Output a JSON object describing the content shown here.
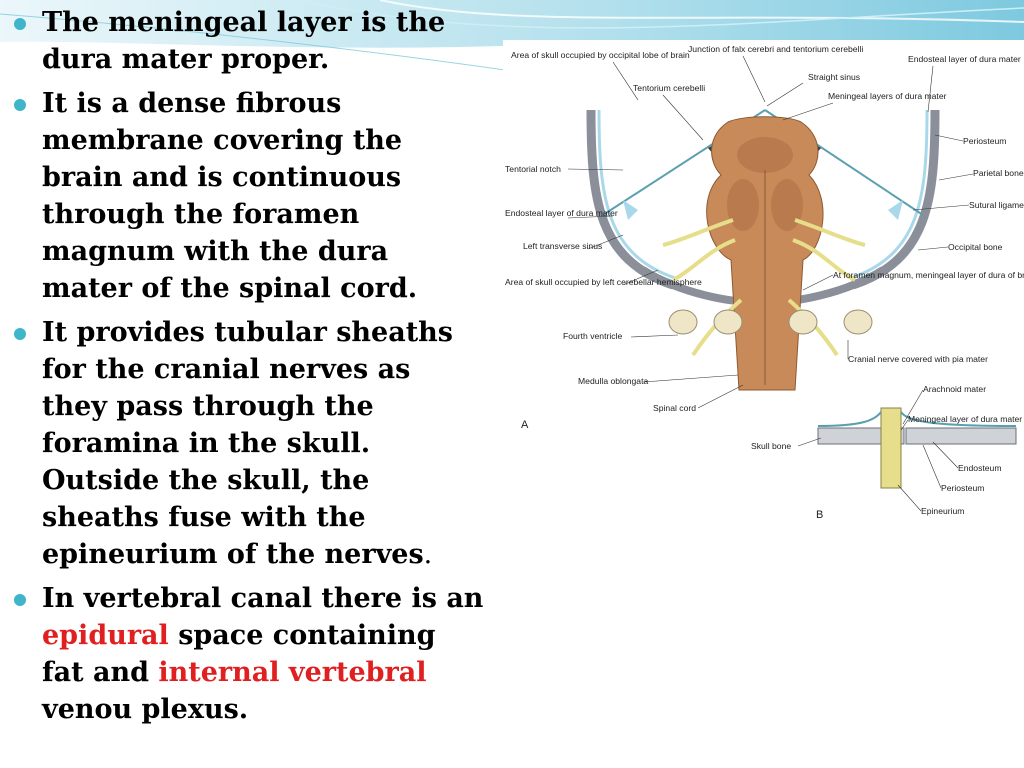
{
  "bullets": [
    {
      "text": "The meningeal layer is the dura mater proper."
    },
    {
      "text": "It is a dense fibrous membrane covering the brain and is continuous through the foramen magnum with the dura mater of the spinal cord."
    },
    {
      "text_main": "It provides tubular sheaths for the cranial nerves as they pass through the foramina in the skull. Outside the skull, the sheaths fuse with the epineurium of the nerves",
      "text_end": "."
    },
    {
      "pre": "In vertebral canal there is an ",
      "red1": "epidural",
      "mid": " space containing fat and ",
      "red2": "internal vertebral",
      "post": " venou plexus."
    }
  ],
  "colors": {
    "bullet_dot": "#3fb5c9",
    "highlight": "#e02020",
    "brainstem": "#c98a5a",
    "nerve": "#e6de8a",
    "dura_blue": "#a9d8ea"
  },
  "figure": {
    "labels": {
      "area_occipital": "Area of skull occupied by occipital lobe of brain",
      "junction": "Junction of falx cerebri and tentorium cerebelli",
      "endosteal_top": "Endosteal layer of dura mater",
      "straight_sinus": "Straight sinus",
      "tentorium": "Tentorium cerebelli",
      "meningeal_top": "Meningeal layers of dura mater",
      "periosteum_top": "Periosteum",
      "tentorial_notch": "Tentorial notch",
      "parietal": "Parietal bone",
      "sutural": "Sutural ligament",
      "endosteal_left": "Endosteal layer of dura mater",
      "occipital_bone": "Occipital bone",
      "left_transverse": "Left transverse sinus",
      "area_cerebellar": "Area of skull occupied by left cerebellar hemisphere",
      "foramen_magnum": "At foramen magnum, meningeal layer of dura of brain becomes continuous with dura of spinal cord",
      "fourth_ventricle": "Fourth ventricle",
      "cranial_nerve": "Cranial nerve covered with pia mater",
      "medulla": "Medulla oblongata",
      "arachnoid": "Arachnoid mater",
      "spinal_cord": "Spinal cord",
      "meningeal_b": "Meningeal layer of dura mater",
      "letter_a": "A",
      "skull_bone": "Skull bone",
      "endosteum": "Endosteum",
      "periosteum_b": "Periosteum",
      "epineurium": "Epineurium",
      "letter_b": "B"
    }
  }
}
